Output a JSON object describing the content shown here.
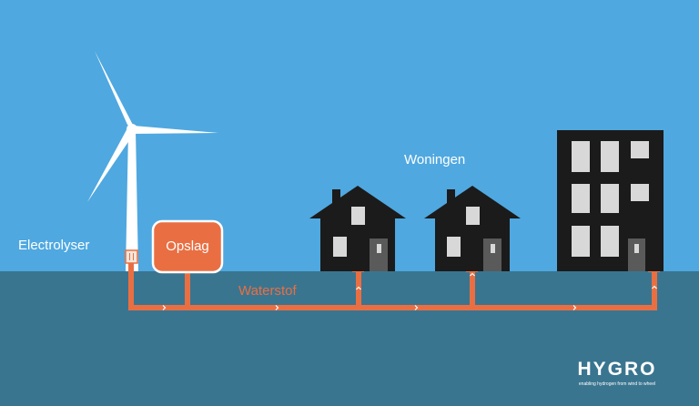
{
  "labels": {
    "electrolyser": "Electrolyser",
    "storage": "Opslag",
    "hydrogen": "Waterstof",
    "homes": "Woningen"
  },
  "brand": {
    "name": "HYGRO",
    "tagline": "enabling hydrogen from wind to wheel"
  },
  "colors": {
    "sky": "#4fa8e0",
    "ground": "#3a7590",
    "pipe": "#e96f42",
    "building": "#1b1b1b",
    "window": "#d8d8d8",
    "door": "#5a5a5a",
    "turbine": "#ffffff",
    "text": "#ffffff"
  }
}
